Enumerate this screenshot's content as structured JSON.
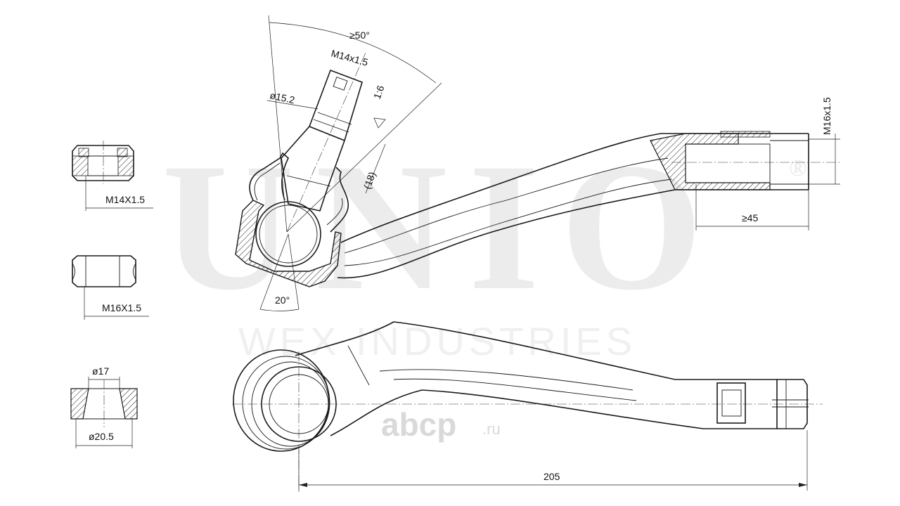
{
  "watermark": {
    "brand": "UNIO",
    "registered_mark": "®",
    "company": "WEX INDUSTRIES"
  },
  "shop_watermark": {
    "name": "abcp",
    "suffix": ".ru"
  },
  "dimensions": {
    "angle_max": "≥50°",
    "thread_top": "M14x1.5",
    "dia_stud": "ø15.2",
    "taper": "1:6",
    "stud_length": "(18)",
    "angle_base": "20°",
    "thread_end": "M16x1.5",
    "thread_depth": "≥45",
    "overall_length": "205"
  },
  "parts": {
    "nut_top_label": "M14X1.5",
    "nut_mid_label": "M16X1.5",
    "bushing_top_label": "ø17",
    "bushing_bottom_label": "ø20.5"
  }
}
